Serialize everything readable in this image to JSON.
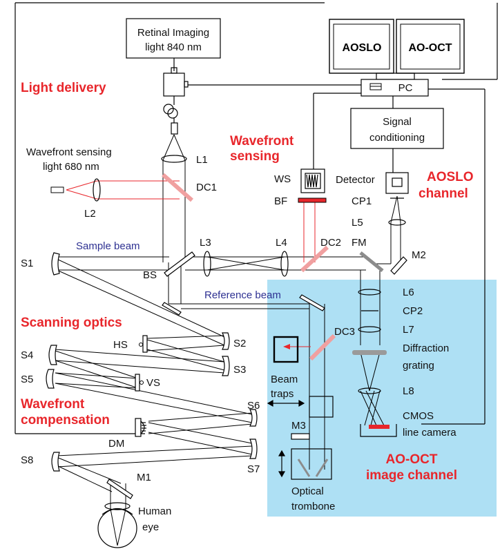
{
  "boxes": {
    "retinal_line1": "Retinal Imaging",
    "retinal_line2": "light 840 nm",
    "monitor_left": "AOSLO",
    "monitor_right": "AO-OCT",
    "pc": "PC",
    "signal_line1": "Signal",
    "signal_line2": "conditioning"
  },
  "sections": {
    "light_delivery": "Light delivery",
    "wavefront_sensing_1": "Wavefront",
    "wavefront_sensing_2": "sensing",
    "aoslo_channel_1": "AOSLO",
    "aoslo_channel_2": "channel",
    "scanning_optics": "Scanning optics",
    "wavefront_comp_1": "Wavefront",
    "wavefront_comp_2": "compensation",
    "aooct_1": "AO-OCT",
    "aooct_2": "image channel"
  },
  "beams": {
    "sample": "Sample beam",
    "reference": "Reference beam"
  },
  "labels": {
    "wfs_light_1": "Wavefront sensing",
    "wfs_light_2": "light 680 nm",
    "L1": "L1",
    "L2": "L2",
    "L3": "L3",
    "L4": "L4",
    "L5": "L5",
    "L6": "L6",
    "L7": "L7",
    "L8": "L8",
    "DC1": "DC1",
    "DC2": "DC2",
    "DC3": "DC3",
    "WS": "WS",
    "BF": "BF",
    "Detector": "Detector",
    "CP1": "CP1",
    "CP2": "CP2",
    "FM": "FM",
    "M1": "M1",
    "M2": "M2",
    "M3": "M3",
    "S1": "S1",
    "S2": "S2",
    "S3": "S3",
    "S4": "S4",
    "S5": "S5",
    "S6": "S6",
    "S7": "S7",
    "S8": "S8",
    "BS": "BS",
    "HS": "HS",
    "VS": "VS",
    "DM": "DM",
    "diffraction_1": "Diffraction",
    "diffraction_2": "grating",
    "beam_traps_1": "Beam",
    "beam_traps_2": "traps",
    "cmos_1": "CMOS",
    "cmos_2": "line camera",
    "trombone_1": "Optical",
    "trombone_2": "trombone",
    "eye_1": "Human",
    "eye_2": "eye"
  },
  "colors": {
    "section_red": "#e8262b",
    "beam_blue": "#2e3192",
    "aooct_panel": "#aee0f4",
    "wfs_beam": "#e8262b",
    "dichroic": "#f0a0a0"
  }
}
